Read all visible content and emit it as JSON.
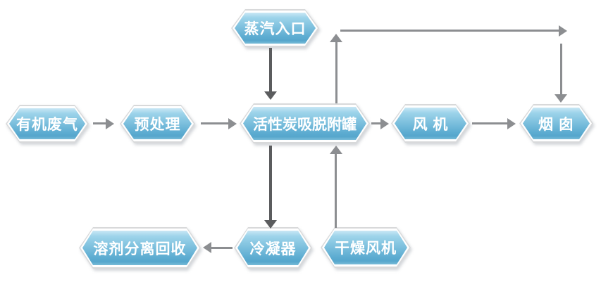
{
  "colors": {
    "node_border": "#d8d9da",
    "node_inner": "#ffffff",
    "g_top": "#c9e7f5",
    "g_upper": "#9ed4ea",
    "g_lower": "#5dacd1",
    "g_bottom": "#79bcd8",
    "arrow": "#8c8e91",
    "arrow_dark": "#5b5c5e",
    "label_text": "#ffffff"
  },
  "nodes": {
    "steam_inlet": {
      "label": "蒸汽入口"
    },
    "organic_waste_gas": {
      "label": "有机废气"
    },
    "pretreatment": {
      "label": "预处理"
    },
    "carbon_adsorption_tank": {
      "label": "活性炭吸脱附罐"
    },
    "fan": {
      "label": "风 机"
    },
    "chimney": {
      "label": "烟 囱"
    },
    "solvent_recovery": {
      "label": "溶剂分离回收"
    },
    "condenser": {
      "label": "冷凝器"
    },
    "drying_fan": {
      "label": "干燥风机"
    }
  },
  "edges": [
    {
      "from": "steam_inlet",
      "to": "carbon_adsorption_tank",
      "style": "dark"
    },
    {
      "from": "organic_waste_gas",
      "to": "pretreatment",
      "style": "normal"
    },
    {
      "from": "pretreatment",
      "to": "carbon_adsorption_tank",
      "style": "normal"
    },
    {
      "from": "carbon_adsorption_tank",
      "to": "fan",
      "style": "normal"
    },
    {
      "from": "fan",
      "to": "chimney",
      "style": "normal"
    },
    {
      "from": "carbon_adsorption_tank",
      "to": "chimney",
      "style": "normal",
      "route": "up-over-top"
    },
    {
      "from": "carbon_adsorption_tank",
      "to": "condenser",
      "style": "dark"
    },
    {
      "from": "condenser",
      "to": "solvent_recovery",
      "style": "normal"
    },
    {
      "from": "drying_fan",
      "to": "carbon_adsorption_tank",
      "style": "normal"
    }
  ]
}
